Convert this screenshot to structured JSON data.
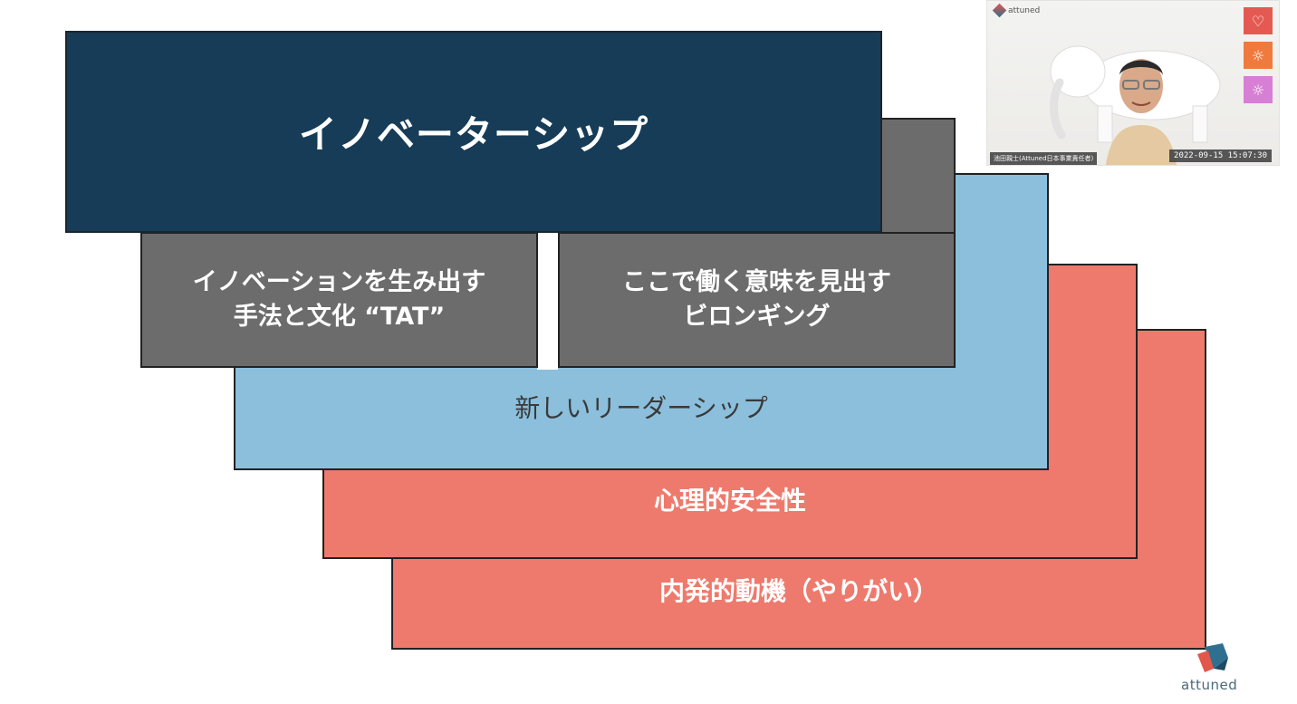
{
  "slide": {
    "innovatorship": "イノベーターシップ",
    "innovation_method_line1": "イノベーションを生み出す",
    "innovation_method_line2": "手法と文化 “TAT”",
    "belonging_line1": "ここで働く意味を見出す",
    "belonging_line2": "ビロンギング",
    "new_leadership": "新しいリーダーシップ",
    "psychological_safety": "心理的安全性",
    "intrinsic_motivation": "内発的動機（やりがい）"
  },
  "colors": {
    "navy": "#163c57",
    "gray": "#6c6c6c",
    "blue": "#8bbfdc",
    "coral": "#ee7a6d"
  },
  "video": {
    "logo_text": "attuned",
    "name_tag": "池田親士(Attuned日本事業責任者)",
    "timestamp": "2022-09-15 15:07:30",
    "buttons": [
      {
        "icon": "heart-icon"
      },
      {
        "icon": "lightbulb-icon"
      },
      {
        "icon": "lightbulb-icon"
      }
    ]
  },
  "brand": {
    "name": "attuned"
  }
}
